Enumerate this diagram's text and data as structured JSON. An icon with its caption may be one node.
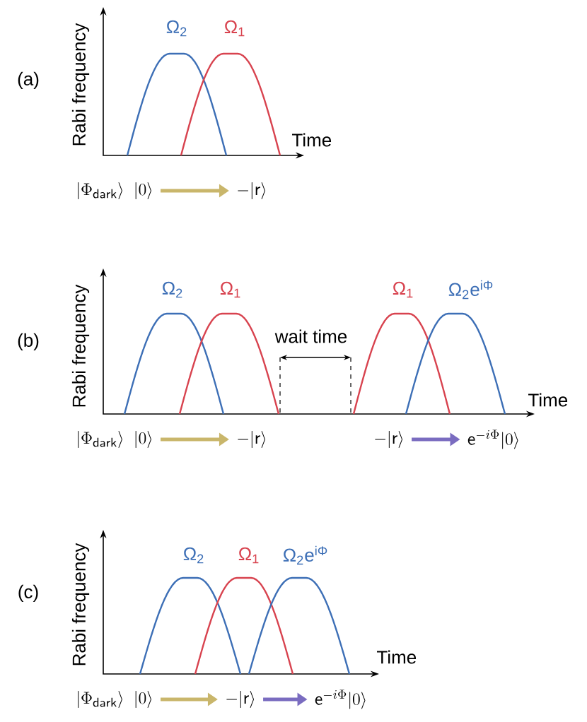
{
  "diagram": {
    "nodes": [
      {
        "text": [
          "|\\Phi_{\\mathsf{dark}}\\rangle\\;\\;|0\\rangle"
        ]
      },
      {
        "text": [
          "-|\\mathsf{r}\\rangle"
        ]
      },
      {
        "text": [
          "|\\Phi_{\\mathsf{dark}}\\rangle\\;\\;|0\\rangle"
        ]
      },
      {
        "text": [
          "-|\\mathsf{r}\\rangle"
        ]
      },
      {
        "text": [
          "-|\\mathsf{r}\\rangle"
        ]
      },
      {
        "text": [
          "\\mathsf{e}^{-i\\Phi}|0\\rangle"
        ]
      },
      {
        "text": [
          "|\\Phi_{\\mathsf{dark}}\\rangle\\;\\;|0\\rangle"
        ]
      },
      {
        "text": [
          "-|\\mathsf{r}\\rangle"
        ]
      },
      {
        "text": [
          "\\mathsf{e}^{-i\\Phi}|0\\rangle"
        ]
      }
    ],
    "edges": [
      {
        "from": 0,
        "to": 1,
        "arrow": "to",
        "color": "#c9b66b"
      },
      {
        "from": 2,
        "to": 3,
        "arrow": "to",
        "color": "#c9b66b"
      },
      {
        "from": 4,
        "to": 5,
        "arrow": "to",
        "color": "#7a6cc0"
      },
      {
        "from": 6,
        "to": 7,
        "arrow": "to",
        "color": "#c9b66b"
      },
      {
        "from": 7,
        "to": 8,
        "arrow": "to",
        "color": "#7a6cc0"
      }
    ],
    "labels": [
      "(a)",
      "Ω$_{2}$",
      "Ω$_{1}$",
      "Rabi frequency",
      "Time",
      "(b)",
      "Ω$_{2}$",
      "Ω$_{1}$",
      "Ω$_{1}$",
      "Ω$_{2}$e$^{iΦ}$",
      "wait time",
      "Rabi frequency",
      "Time",
      "(c)",
      "Ω$_{2}$",
      "Ω$_{1}$",
      "Ω$_{2}$e$^{iΦ}$",
      "Rabi frequency",
      "Time"
    ]
  }
}
